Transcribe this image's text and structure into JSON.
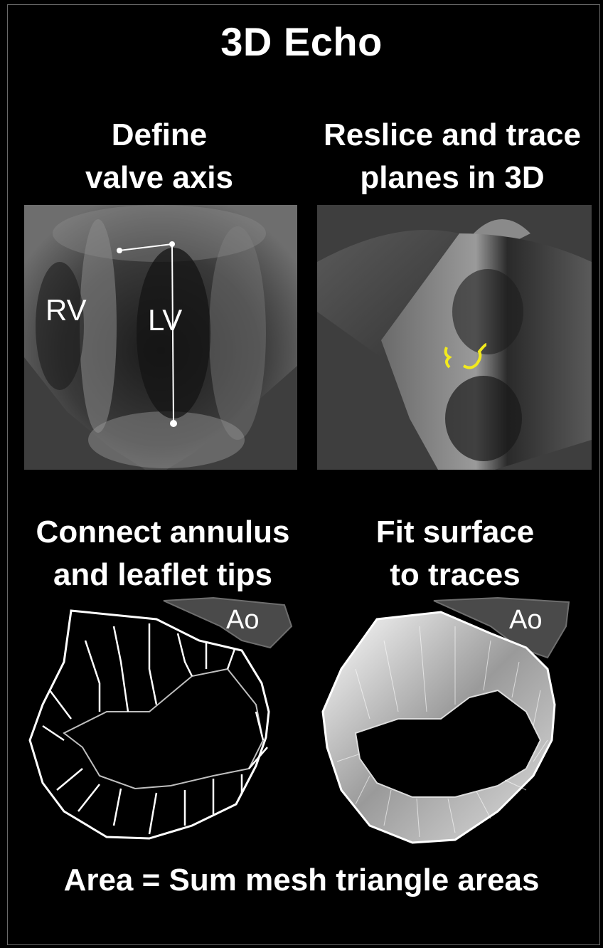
{
  "title": "3D Echo",
  "steps": [
    {
      "line1": "Define",
      "line2": "valve axis"
    },
    {
      "line1": "Reslice and trace",
      "line2": "planes in 3D"
    },
    {
      "line1": "Connect annulus",
      "line2": "and leaflet tips"
    },
    {
      "line1": "Fit surface",
      "line2": "to traces"
    }
  ],
  "labels": {
    "rv": "RV",
    "lv": "LV",
    "ao_left": "Ao",
    "ao_right": "Ao"
  },
  "footer": "Area = Sum mesh triangle areas",
  "colors": {
    "background": "#000000",
    "panel": "#3e3e3e",
    "trace": "#f2ea1d",
    "aorta": "#4a4a4a"
  }
}
